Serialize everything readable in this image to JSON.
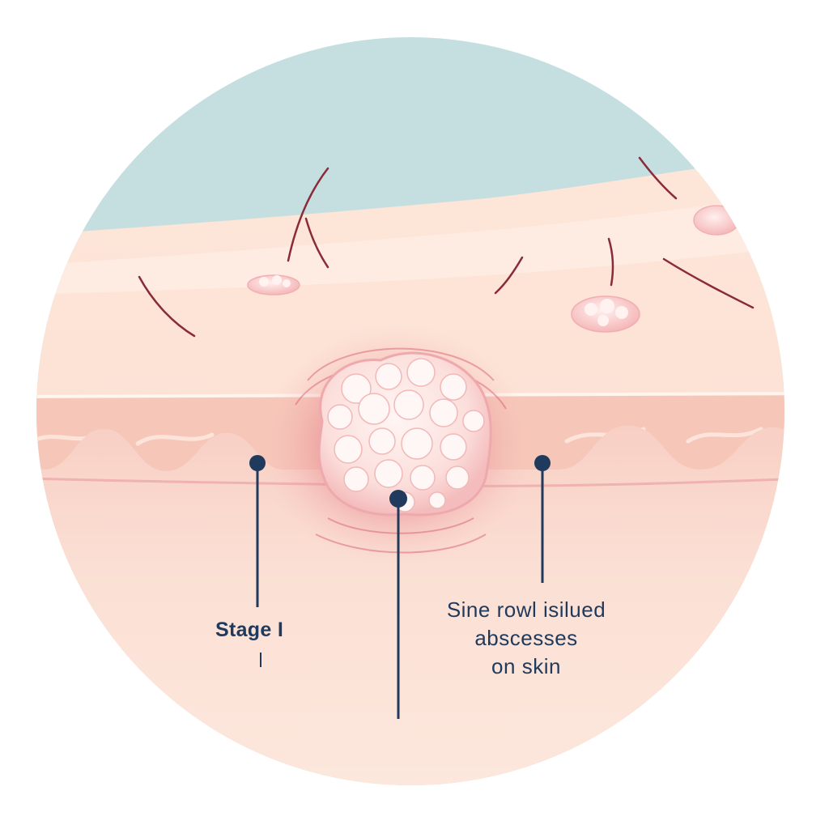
{
  "colors": {
    "background": "#ffffff",
    "sky": "#c5dfe1",
    "skin_surface": "#fde8dc",
    "epidermis": "#f6c4b6",
    "dermis": "#fbdcd0",
    "abscess": "#fbe3e2",
    "inflammation": "#d95a6e",
    "hair": "#8a2b3a",
    "pointer": "#1f3a5c",
    "text": "#1f3a5c"
  },
  "icons": {
    "pointer_marker": "filled-circle-dot"
  },
  "labels": {
    "stage": "Stage I",
    "description_line1": "Sine rowl isilued",
    "description_line2": "abscesses",
    "description_line3": "on skin"
  }
}
